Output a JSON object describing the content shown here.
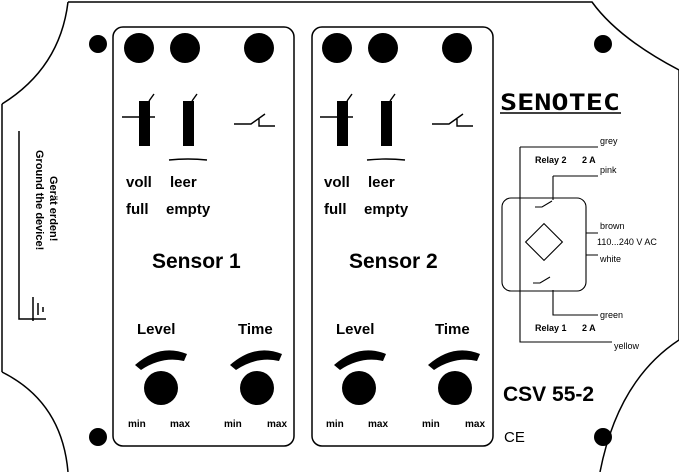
{
  "brand": "SENOTEC",
  "model": "CSV 55-2",
  "ce_mark": "CE",
  "ground_note": {
    "de": "Gerät erden!",
    "en": "Ground the device!"
  },
  "sensors": [
    {
      "title": "Sensor 1",
      "mode_de": [
        "voll",
        "leer"
      ],
      "mode_en": [
        "full",
        "empty"
      ],
      "knobs": [
        {
          "label": "Level",
          "min": "min",
          "max": "max"
        },
        {
          "label": "Time",
          "min": "min",
          "max": "max"
        }
      ]
    },
    {
      "title": "Sensor 2",
      "mode_de": [
        "voll",
        "leer"
      ],
      "mode_en": [
        "full",
        "empty"
      ],
      "knobs": [
        {
          "label": "Level",
          "min": "min",
          "max": "max"
        },
        {
          "label": "Time",
          "min": "min",
          "max": "max"
        }
      ]
    }
  ],
  "wiring": {
    "relay2": {
      "label": "Relay 2",
      "rating": "2 A"
    },
    "relay1": {
      "label": "Relay 1",
      "rating": "2 A"
    },
    "wires": [
      "grey",
      "pink",
      "brown",
      "white",
      "green",
      "yellow"
    ],
    "supply": "110...240 V AC"
  }
}
